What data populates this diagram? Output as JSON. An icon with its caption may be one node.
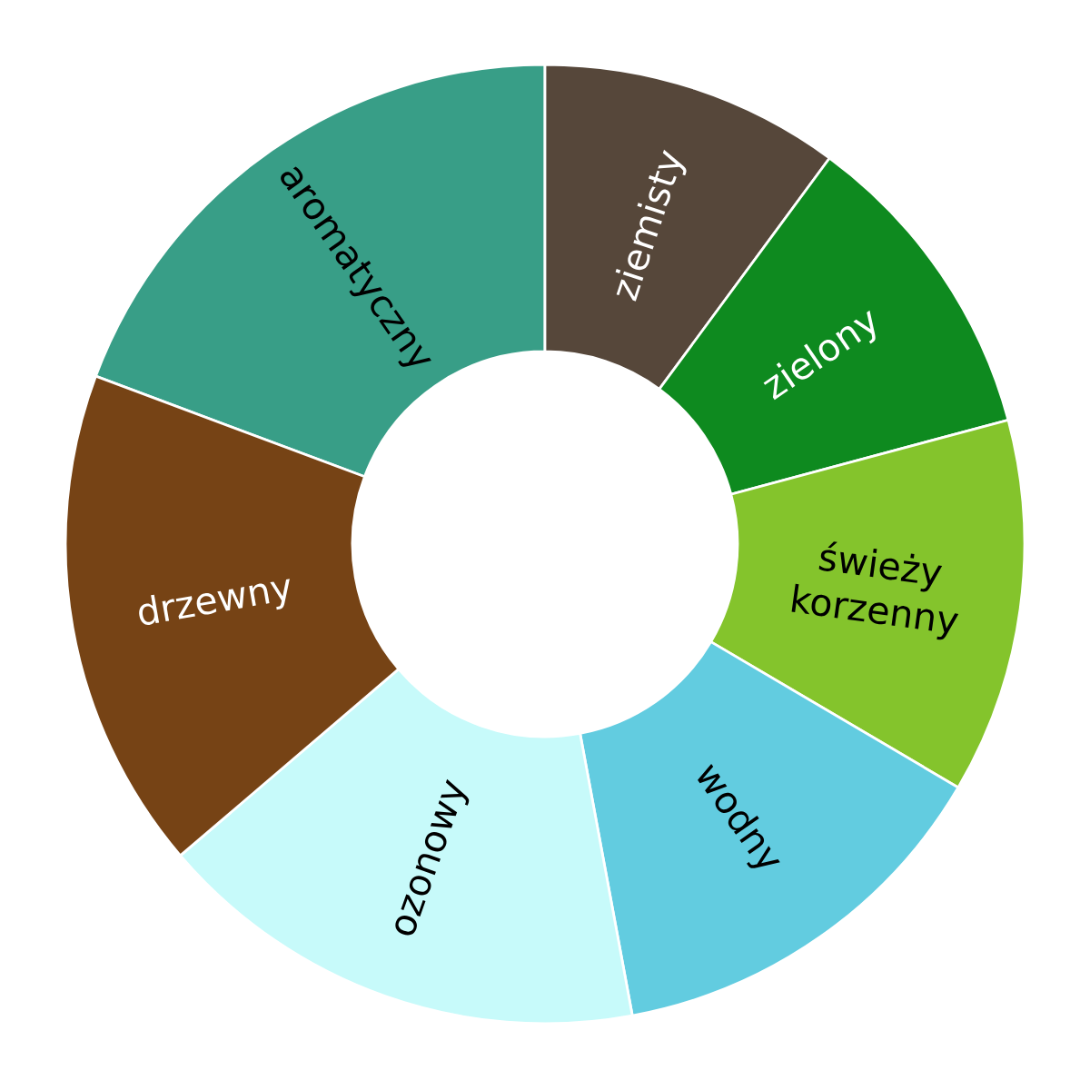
{
  "diagram": {
    "nodes": [
      {
        "text": [
          "aromatyczny"
        ]
      },
      {
        "text": [
          "ziemisty"
        ]
      },
      {
        "text": [
          "zielony"
        ]
      },
      {
        "text": [
          "świeży korzenny"
        ]
      },
      {
        "text": [
          "wodny"
        ]
      },
      {
        "text": [
          "ozonowy"
        ]
      },
      {
        "text": [
          "drzewny"
        ]
      }
    ]
  }
}
